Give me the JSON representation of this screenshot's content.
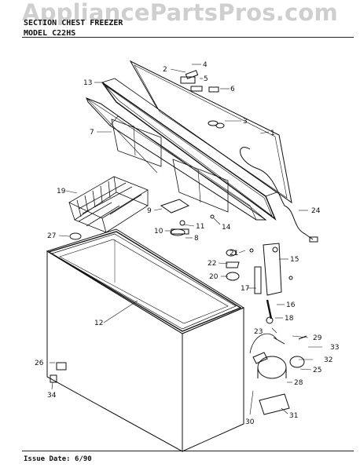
{
  "watermark": "AppliancePartsPros.com",
  "header": {
    "section_label": "SECTION",
    "section_value": "CHEST FREEZER",
    "model_label": "MODEL",
    "model_value": "C22HS"
  },
  "footer": {
    "issue_date": "Issue Date: 6/90"
  },
  "callouts": [
    "1",
    "2",
    "3",
    "4",
    "5",
    "6",
    "7",
    "8",
    "9",
    "10",
    "11",
    "12",
    "13",
    "14",
    "15",
    "16",
    "17",
    "18",
    "19",
    "20",
    "21",
    "22",
    "23",
    "24",
    "25",
    "26",
    "27",
    "28",
    "29",
    "30",
    "31",
    "32",
    "33",
    "34"
  ]
}
